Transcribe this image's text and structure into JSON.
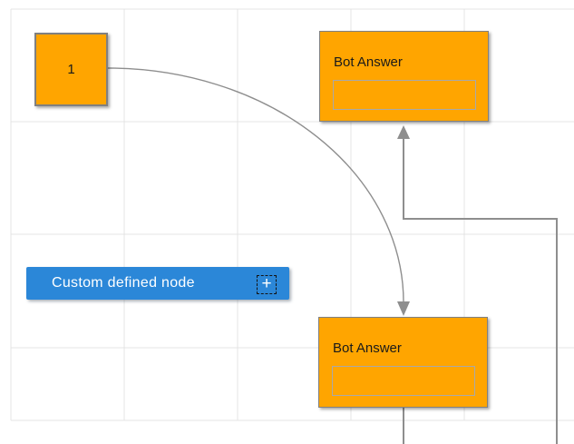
{
  "colors": {
    "canvas_bg": "#ffffff",
    "grid": "#e4e4e4",
    "connector": "#8e8e8e",
    "node_fill": "#ffa500",
    "node_border": "#808080",
    "inner_border": "#a9a9a9",
    "accent_blue": "#2b87d8",
    "node_text": "#1a1a1a",
    "custom_text": "#ffffff"
  },
  "nodes": {
    "start": {
      "label": "1"
    },
    "bot_top": {
      "title": "Bot Answer",
      "input_value": ""
    },
    "bot_bottom": {
      "title": "Bot Answer",
      "input_value": ""
    },
    "custom": {
      "label": "Custom defined node",
      "plus_glyph": "+"
    }
  }
}
